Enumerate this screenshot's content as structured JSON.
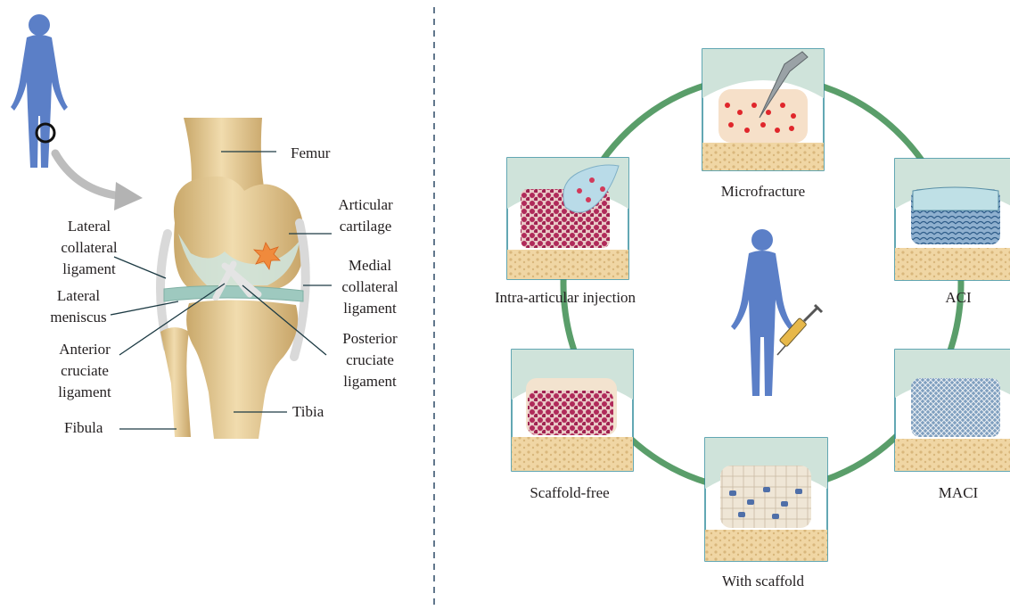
{
  "anatomy": {
    "labels": {
      "femur": "Femur",
      "articular_cartilage": [
        "Articular",
        "cartilage"
      ],
      "lateral_collateral_ligament": [
        "Lateral",
        "collateral",
        "ligament"
      ],
      "medial_collateral_ligament": [
        "Medial",
        "collateral",
        "ligament"
      ],
      "lateral_meniscus": [
        "Lateral",
        "meniscus"
      ],
      "anterior_cruciate_ligament": [
        "Anterior",
        "cruciate",
        "ligament"
      ],
      "posterior_cruciate_ligament": [
        "Posterior",
        "cruciate",
        "ligament"
      ],
      "fibula": "Fibula",
      "tibia": "Tibia"
    }
  },
  "treatments": {
    "microfracture": "Microfracture",
    "aci": "ACI",
    "maci": "MACI",
    "with_scaffold": "With scaffold",
    "scaffold_free": "Scaffold-free",
    "intra_articular_injection": "Intra-articular injection"
  },
  "colors": {
    "body_figure": "#5b7fc7",
    "ring": "#5a9e6a",
    "femur_bone": "#e8cf9a",
    "cartilage": "#cfe3da",
    "meniscus": "#9ec9bf",
    "lesion": "#f08a3c",
    "cells": "#b02a5a",
    "leader_lines": "#1d3b44",
    "divider": "#2d4a66"
  }
}
